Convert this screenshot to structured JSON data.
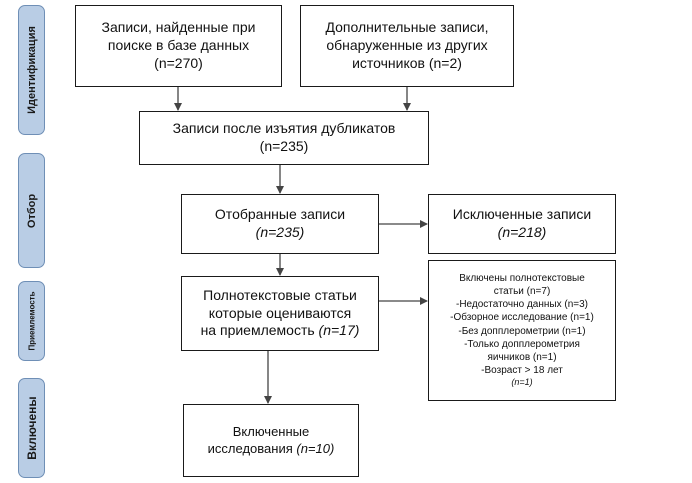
{
  "phases": {
    "identification": "Идентификация",
    "selection": "Отбор",
    "eligibility": "Приемлемость",
    "included": "Включены"
  },
  "boxes": {
    "db_records": [
      "Записи, найденные при",
      "поиске в базе данных",
      "(n=270)"
    ],
    "other_records": [
      "Дополнительные записи,",
      "обнаруженные из других",
      "источников (n=2)"
    ],
    "dedup": [
      "Записи после изъятия дубликатов",
      "(n=235)"
    ],
    "screened": {
      "label": "Отобранные записи",
      "count": "(n=235)"
    },
    "excluded": {
      "label": "Исключенные записи",
      "count": "(n=218)"
    },
    "fulltext": {
      "lines": [
        "Полнотекстовые статьи",
        "которые оцениваются"
      ],
      "last": "на приемлемость ",
      "count": "(n=17)"
    },
    "fulltext_excluded": {
      "lines": [
        "Включены полнотекстовые",
        "статьи (n=7)",
        "-Недостаточно данных (n=3)",
        "-Обзорное исследование (n=1)",
        "-Без допплерометрии (n=1)",
        "-Только допплерометрия",
        "яичников (n=1)",
        "-Возраст > 18 лет"
      ],
      "count": "(n=1)"
    },
    "included": {
      "line1": "Включенные",
      "line2": "исследования ",
      "count": "(n=10)"
    }
  }
}
